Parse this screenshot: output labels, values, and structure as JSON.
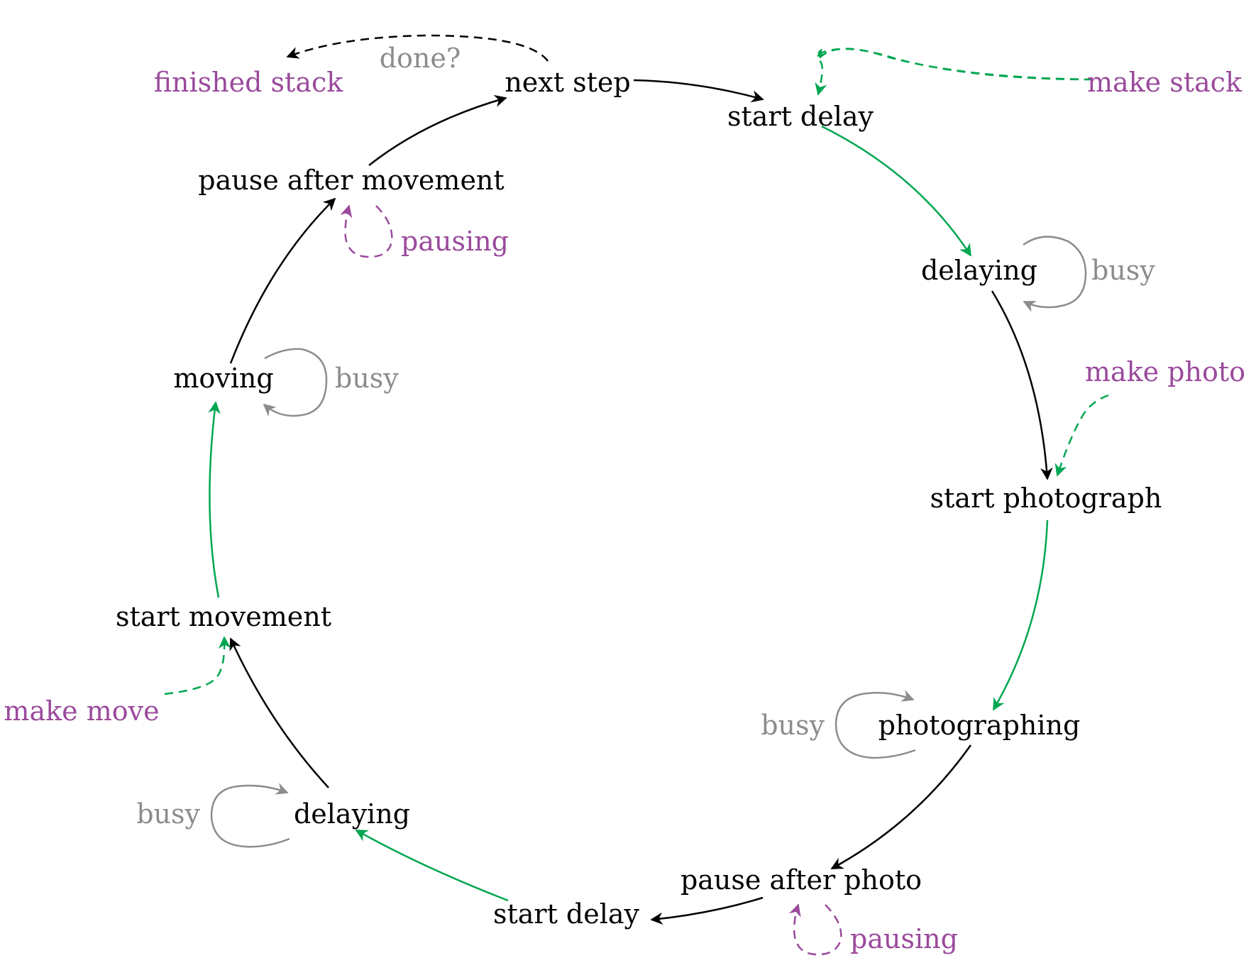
{
  "colors": {
    "black": "#000000",
    "green": "#00a651",
    "purple": "#9a4a9c",
    "gray": "#8c8c8c"
  },
  "states": {
    "next_step": "next step",
    "start_delay_top": "start delay",
    "delaying_right": "delaying",
    "start_photograph": "start photograph",
    "photographing": "photographing",
    "pause_after_photo": "pause after photo",
    "start_delay_bottom": "start delay",
    "delaying_left": "delaying",
    "start_movement": "start movement",
    "moving": "moving",
    "pause_after_movement": "pause after movement"
  },
  "events": {
    "finished_stack": "finished stack",
    "make_stack": "make stack",
    "make_photo": "make photo",
    "make_move": "make move"
  },
  "loop_labels": {
    "busy_delaying_right": "busy",
    "busy_photographing": "busy",
    "busy_delaying_left": "busy",
    "busy_moving": "busy",
    "pausing_after_movement": "pausing",
    "pausing_after_photo": "pausing"
  },
  "guards": {
    "done": "done?"
  }
}
